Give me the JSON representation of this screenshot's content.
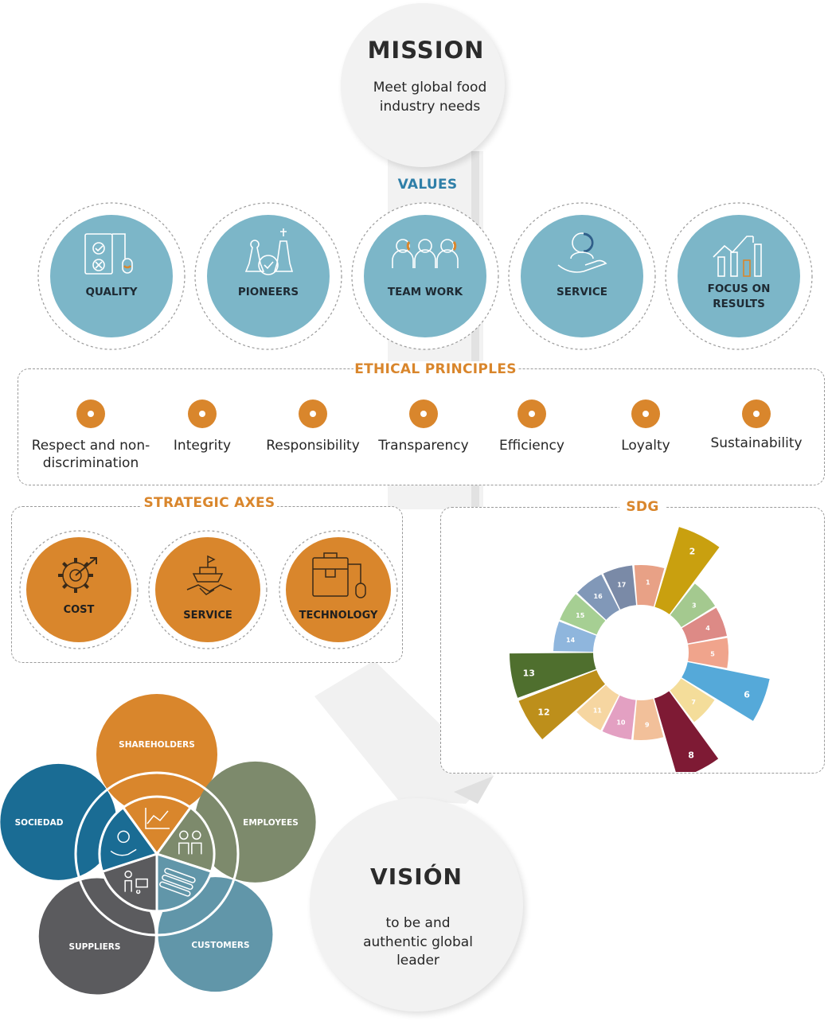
{
  "mission": {
    "title": "MISSION",
    "text_line1": "Meet global food",
    "text_line2": "industry needs"
  },
  "values": {
    "title": "VALUES",
    "items": [
      {
        "label_line1": "QUALITY",
        "label_line2": "",
        "icon": "quality-checklist-icon"
      },
      {
        "label_line1": "PIONEERS",
        "label_line2": "",
        "icon": "chess-pieces-icon"
      },
      {
        "label_line1": "TEAM WORK",
        "label_line2": "",
        "icon": "team-people-icon"
      },
      {
        "label_line1": "SERVICE",
        "label_line2": "",
        "icon": "hand-person-icon"
      },
      {
        "label_line1": "FOCUS ON",
        "label_line2": "RESULTS",
        "icon": "growth-chart-icon"
      }
    ]
  },
  "ethical": {
    "title": "ETHICAL PRINCIPLES",
    "items": [
      {
        "line1": "Respect and non-",
        "line2": "discrimination"
      },
      {
        "line1": "Integrity",
        "line2": ""
      },
      {
        "line1": "Responsibility",
        "line2": ""
      },
      {
        "line1": "Transparency",
        "line2": ""
      },
      {
        "line1": "Efficiency",
        "line2": ""
      },
      {
        "line1": "Loyalty",
        "line2": ""
      },
      {
        "line1": "Sustainability",
        "line2": ""
      }
    ]
  },
  "strategic": {
    "title": "STRATEGIC AXES",
    "items": [
      {
        "label": "COST",
        "icon": "gear-arrow-icon"
      },
      {
        "label": "SERVICE",
        "icon": "handshake-ship-icon"
      },
      {
        "label": "TECHNOLOGY",
        "icon": "briefcase-mouse-icon"
      }
    ]
  },
  "sdg": {
    "title": "SDG",
    "goals": [
      "1",
      "2",
      "3",
      "4",
      "5",
      "6",
      "7",
      "8",
      "9",
      "10",
      "11",
      "12",
      "13",
      "14",
      "15",
      "16",
      "17"
    ],
    "highlighted": [
      "2",
      "6",
      "8",
      "12",
      "13"
    ],
    "colors": [
      "#e5243b",
      "#dda63a",
      "#4c9f38",
      "#c5192d",
      "#ff3a21",
      "#26bde2",
      "#fcc30b",
      "#a21942",
      "#fd6925",
      "#dd1367",
      "#fd9d24",
      "#bf8b2e",
      "#3f7e44",
      "#0a97d9",
      "#56c02b",
      "#00689d",
      "#19486a"
    ],
    "display_colors": [
      "#e8a186",
      "#c9a00f",
      "#a4c98f",
      "#dd8a86",
      "#f0a48c",
      "#55a9d9",
      "#f4dd9a",
      "#7e1a34",
      "#f2c09a",
      "#e3a0c2",
      "#f6d6a1",
      "#bd8f1b",
      "#4f6f2e",
      "#8fb6dd",
      "#a6cf93",
      "#8198b8",
      "#7a8aa7"
    ]
  },
  "stakeholders": {
    "items": [
      {
        "label": "SHAREHOLDERS",
        "color": "#d9862c"
      },
      {
        "label": "EMPLOYEES",
        "color": "#7d8a6c"
      },
      {
        "label": "CUSTOMERS",
        "color": "#6196a9"
      },
      {
        "label": "SUPPLIERS",
        "color": "#5b5b5e"
      },
      {
        "label": "SOCIEDAD",
        "color": "#1a6c94"
      }
    ]
  },
  "vision": {
    "title": "VISIÓN",
    "text_line1": "to be and",
    "text_line2": "authentic global",
    "text_line3": "leader"
  },
  "colors": {
    "values_fill": "#7cb6c8",
    "orange": "#d9862c",
    "teal_title": "#2f7fa8",
    "orange_title": "#d9862c",
    "dashed": "#9a9a9a"
  }
}
